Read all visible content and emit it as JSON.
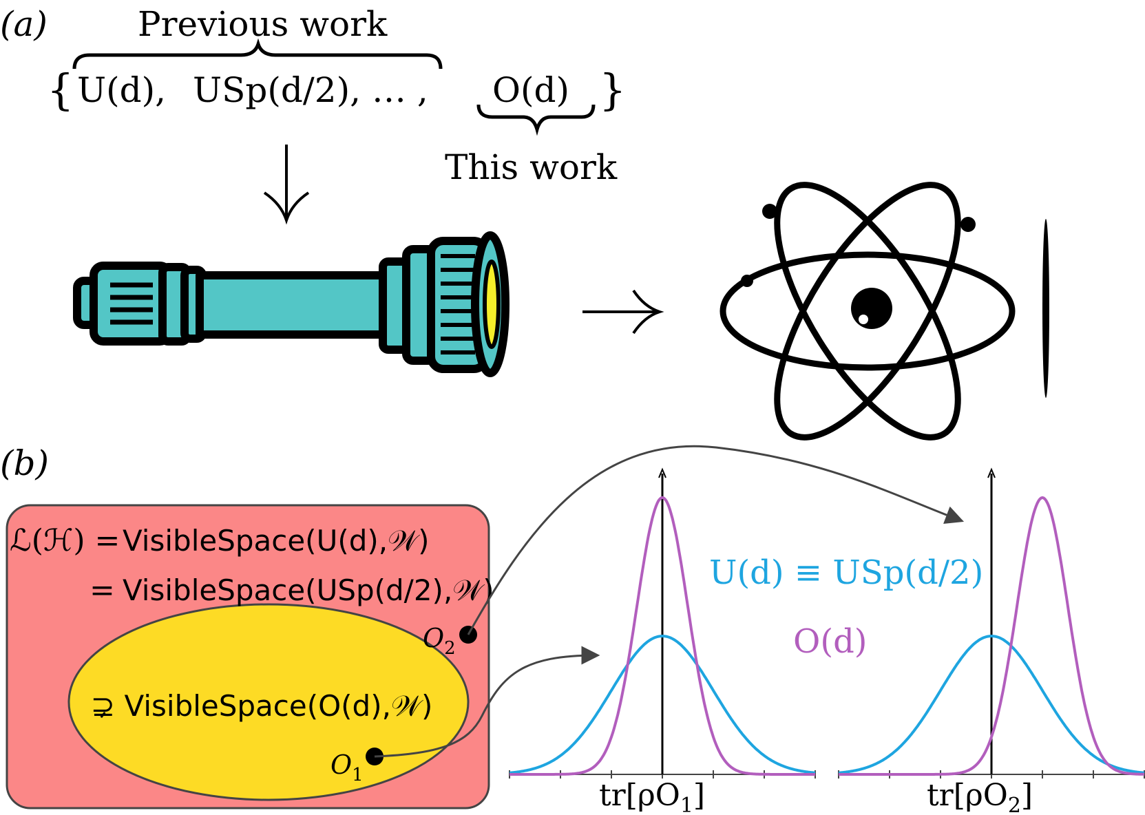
{
  "panel_a": {
    "label": "(a)",
    "previous_work": "Previous work",
    "brace_open": "{",
    "brace_close": "}",
    "groups": [
      "U(d),",
      "USp(d/2),",
      "… ,",
      "O(d)"
    ],
    "this_work": "This work",
    "arrow_down": "↓",
    "arrow_right": "→"
  },
  "panel_b": {
    "label": "(b)",
    "eq1_lhs": "ℒ(ℋ) =",
    "eq1_rhs": "VisibleSpace(U(d),𝒲)",
    "eq2_lhs": "=",
    "eq2_rhs": "VisibleSpace(USp(d/2),𝒲)",
    "eq3": "⊋ VisibleSpace(O(d),𝒲)",
    "o1_label": "O",
    "o1_sub": "1",
    "o2_label": "O",
    "o2_sub": "2",
    "legend_blue": "U(d) ≡ USp(d/2)",
    "legend_purple": "O(d)",
    "xlabel_1_pre": "tr[ρO",
    "xlabel_1_sub": "1",
    "xlabel_1_post": "]",
    "xlabel_2_pre": "tr[ρO",
    "xlabel_2_sub": "2",
    "xlabel_2_post": "]"
  },
  "colors": {
    "blue": "#1ea5e0",
    "purple": "#b25ebd",
    "red_box": "#fb8787",
    "yellow_ellipse": "#fddb25",
    "teal": "#53c6c6",
    "lens": "#f5ee2a",
    "arrow_gray": "#444444"
  },
  "icons": [
    "spyglass-icon",
    "atom-icon"
  ],
  "chart_data": [
    {
      "type": "line",
      "series": [
        {
          "name": "U(d) ≡ USp(d/2)",
          "color": "#1ea5e0",
          "mean": 0.0,
          "std": 1.0
        },
        {
          "name": "O(d)",
          "color": "#b25ebd",
          "mean": 0.0,
          "std": 0.5
        }
      ],
      "xlabel": "tr[ρO1]",
      "xlim": [
        -3,
        3
      ],
      "ticks": [
        -3,
        -2,
        -1,
        0,
        1,
        2,
        3
      ]
    },
    {
      "type": "line",
      "series": [
        {
          "name": "U(d) ≡ USp(d/2)",
          "color": "#1ea5e0",
          "mean": 0.0,
          "std": 1.0
        },
        {
          "name": "O(d)",
          "color": "#b25ebd",
          "mean": 1.0,
          "std": 0.5
        }
      ],
      "xlabel": "tr[ρO2]",
      "xlim": [
        -3,
        3
      ],
      "ticks": [
        -3,
        -2,
        -1,
        0,
        1,
        2,
        3
      ]
    }
  ]
}
